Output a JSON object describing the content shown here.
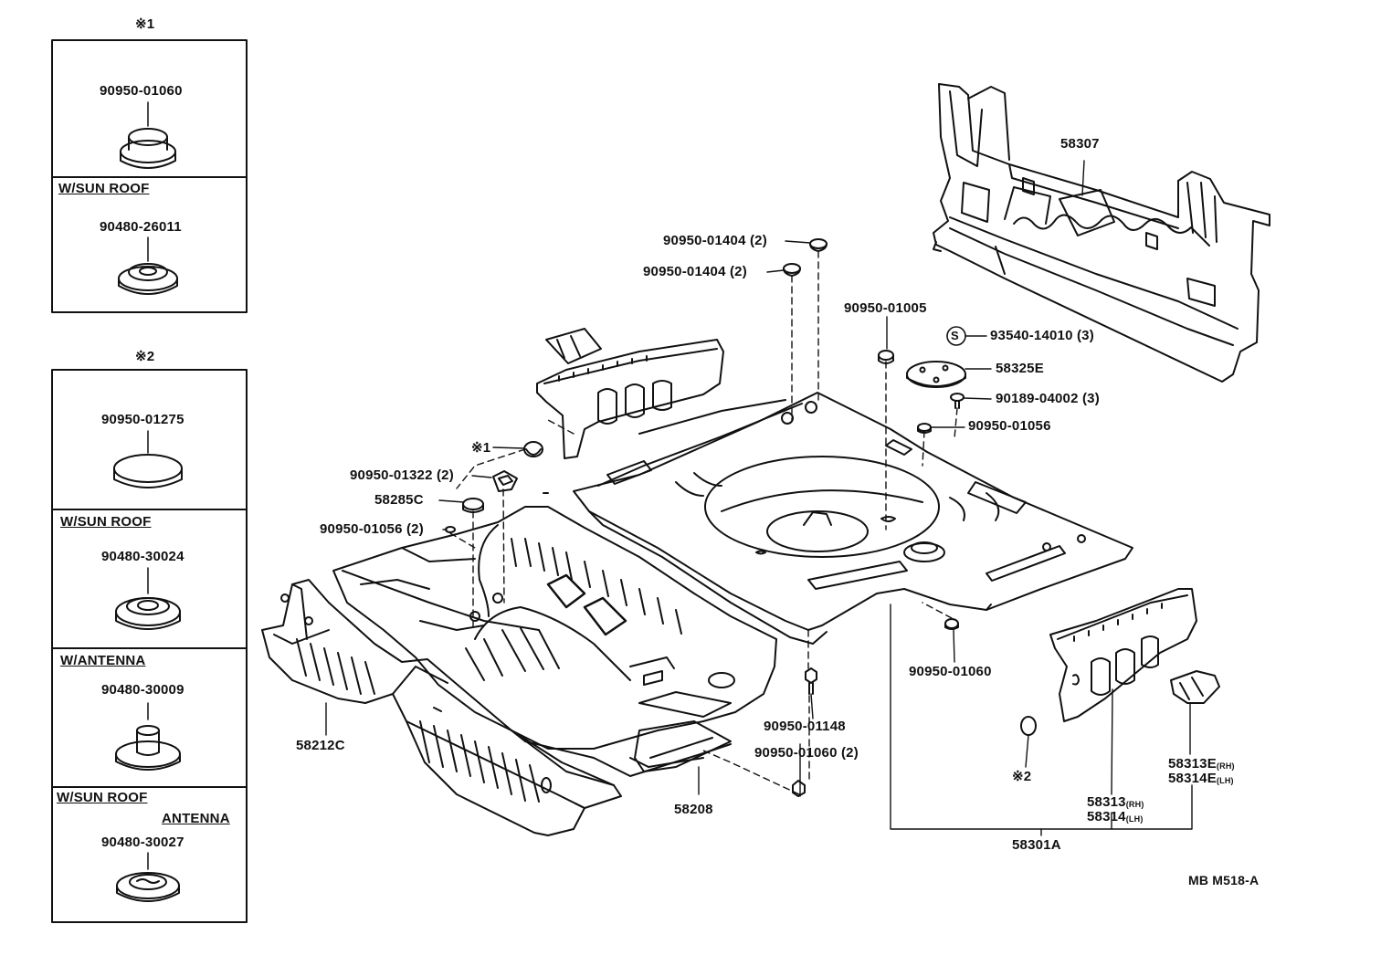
{
  "legend_box_1": {
    "marker": "※1",
    "part_default": "90950-01060",
    "sunroof_label": "W/SUN ROOF",
    "part_sunroof": "90480-26011"
  },
  "legend_box_2": {
    "marker": "※2",
    "part_default": "90950-01275",
    "sunroof_label": "W/SUN ROOF",
    "part_sunroof": "90480-30024",
    "antenna_label": "W/ANTENNA",
    "part_antenna": "90480-30009",
    "sunroof_antenna_label_1": "W/SUN ROOF",
    "sunroof_antenna_label_2": "ANTENNA",
    "part_sunroof_antenna": "90480-30027"
  },
  "callouts": {
    "p58307": "58307",
    "p93540": "93540-14010 (3)",
    "s_mark": "S",
    "p58325e": "58325E",
    "p90189": "90189-04002 (3)",
    "p01056_right": "90950-01056",
    "p01005": "90950-01005",
    "p01404_a": "90950-01404 (2)",
    "p01404_b": "90950-01404 (2)",
    "mark1": "※1",
    "p01322": "90950-01322 (2)",
    "p58285c": "58285C",
    "p01056_left": "90950-01056 (2)",
    "p58212c": "58212C",
    "p01148": "90950-01148",
    "p01060_2": "90950-01060 (2)",
    "p58208": "58208",
    "p01060_r": "90950-01060",
    "mark2": "※2",
    "p58313": "58313",
    "p58313_sub": "(RH)",
    "p58314": "58314",
    "p58314_sub": "(LH)",
    "p58313e": "58313E",
    "p58313e_sub": "(RH)",
    "p58314e": "58314E",
    "p58314e_sub": "(LH)",
    "p58301a": "58301A"
  },
  "diagram_code": "MB M518-A"
}
